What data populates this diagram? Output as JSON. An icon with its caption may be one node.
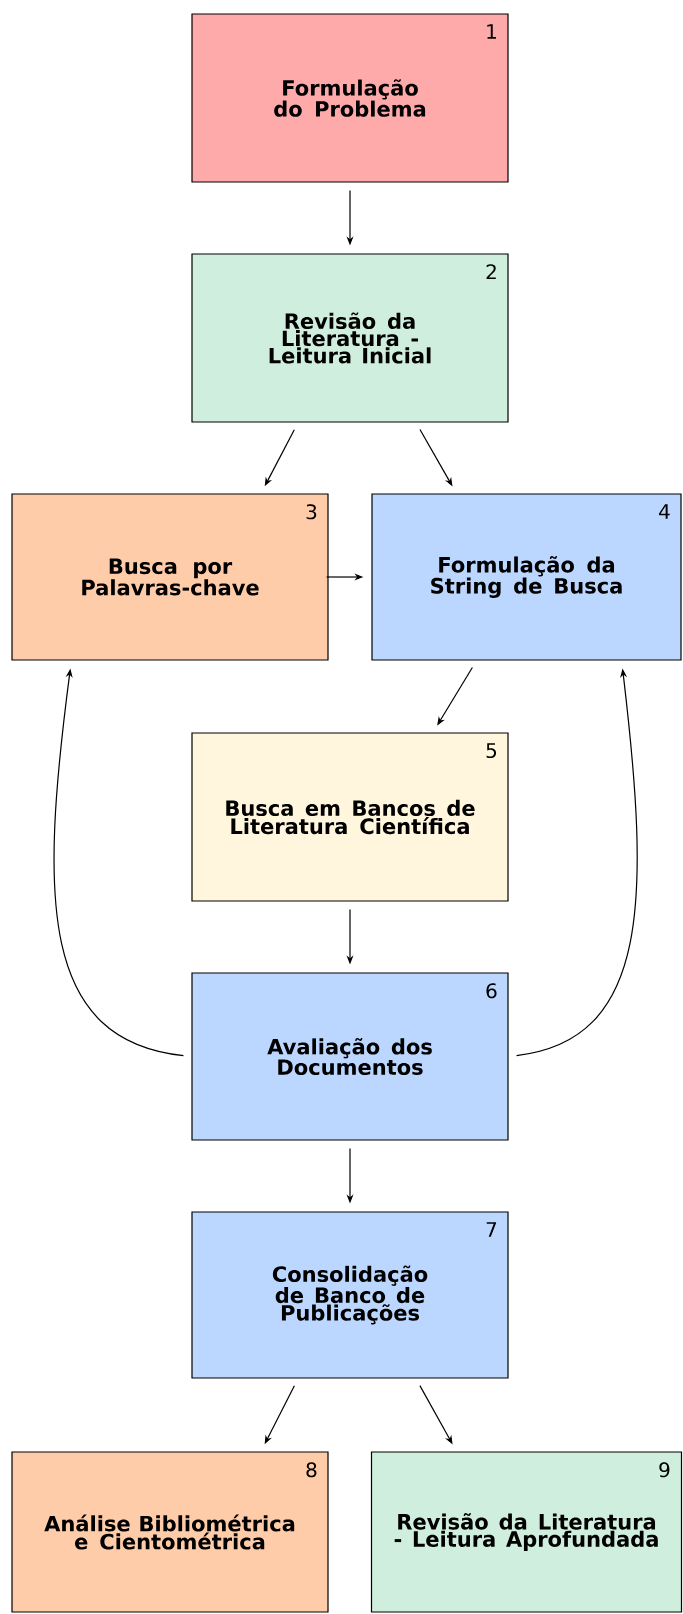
{
  "diagram": {
    "nodes": [
      {
        "text": [
          "Formulação do Problema",
          "1"
        ]
      },
      {
        "text": [
          "Revisão da Literatura - Leitura Inicial",
          "2"
        ]
      },
      {
        "text": [
          "Busca por Palavras-chave",
          "3"
        ]
      },
      {
        "text": [
          "Formulação da String de Busca",
          "4"
        ]
      },
      {
        "text": [
          "Busca em Bancos de Literatura Científica",
          "5"
        ]
      },
      {
        "text": [
          "Avaliação dos Documentos",
          "6"
        ]
      },
      {
        "text": [
          "Consolidação de Banco de Publicações",
          "7"
        ]
      },
      {
        "text": [
          "Análise Bibliométrica e Cientométrica",
          "8"
        ]
      },
      {
        "text": [
          "Revisão da Literatura - Leitura Aprofundada",
          "9"
        ]
      }
    ],
    "edges": [
      {
        "from": 0,
        "to": 1,
        "arrow": "to"
      },
      {
        "from": 1,
        "to": 2,
        "arrow": "to"
      },
      {
        "from": 1,
        "to": 3,
        "arrow": "to"
      },
      {
        "from": 2,
        "to": 3,
        "arrow": "to"
      },
      {
        "from": 3,
        "to": 4,
        "arrow": "to"
      },
      {
        "from": 5,
        "to": 2,
        "arrow": "to"
      },
      {
        "from": 5,
        "to": 3,
        "arrow": "to"
      },
      {
        "from": 4,
        "to": 5,
        "arrow": "to"
      },
      {
        "from": 5,
        "to": 6,
        "arrow": "to"
      },
      {
        "from": 6,
        "to": 7,
        "arrow": "to"
      },
      {
        "from": 6,
        "to": 8,
        "arrow": "to"
      }
    ]
  }
}
